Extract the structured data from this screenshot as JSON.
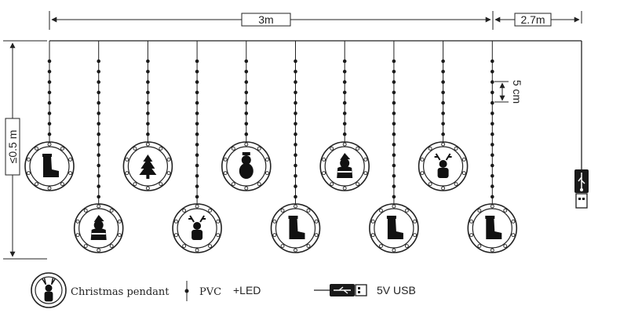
{
  "dimensions": {
    "width_main": "3m",
    "width_lead": "2.7m",
    "drop_length": "≤0.5 m",
    "bead_spacing": "5 cm"
  },
  "legend": {
    "pendant_label": "Christmas pendant",
    "wire_label": "PVC",
    "led_label": "+LED",
    "usb_label": "5V USB"
  },
  "strands": [
    {
      "long": false,
      "icon": "santa-boot-icon"
    },
    {
      "long": true,
      "icon": "santa-icon"
    },
    {
      "long": false,
      "icon": "christmas-tree-icon"
    },
    {
      "long": true,
      "icon": "reindeer-icon"
    },
    {
      "long": false,
      "icon": "snowman-icon"
    },
    {
      "long": true,
      "icon": "santa-boot-icon"
    },
    {
      "long": false,
      "icon": "santa-icon"
    },
    {
      "long": true,
      "icon": "santa-boot-icon"
    },
    {
      "long": false,
      "icon": "reindeer-icon"
    },
    {
      "long": true,
      "icon": "santa-boot-icon"
    }
  ],
  "colors": {
    "ink": "#222222",
    "bead": "#1a1a1a"
  }
}
